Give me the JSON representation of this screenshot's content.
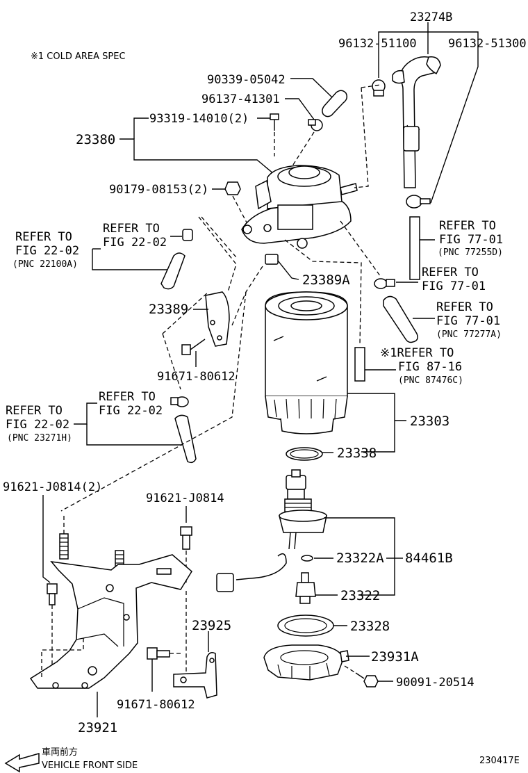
{
  "note_cold": "※1 COLD AREA SPEC",
  "figure_id": "230417E",
  "front_jp": "車両前方",
  "front_en": "VEHICLE FRONT SIDE",
  "parts": {
    "p23274B": "23274B",
    "p9613251100": "96132-51100",
    "p9613251300": "96132-51300",
    "p9033905042": "90339-05042",
    "p9613741301": "96137-41301",
    "p9331914010": "93319-14010(2)",
    "p23380": "23380",
    "p9017908153": "90179-08153(2)",
    "p23389A": "23389A",
    "p23389": "23389",
    "p9167180612a": "91671-80612",
    "p23303": "23303",
    "p23338": "23338",
    "p91621J0814x2": "91621-J0814(2)",
    "p91621J0814": "91621-J0814",
    "p23322A": "23322A",
    "p84461B": "84461B",
    "p23322": "23322",
    "p23328": "23328",
    "p23925": "23925",
    "p23931A": "23931A",
    "p9009120514": "90091-20514",
    "p9167180612b": "91671-80612",
    "p23921": "23921"
  },
  "refs": {
    "r1": {
      "line1": "REFER TO",
      "line2": "FIG 22-02",
      "pnc": "(PNC 22100A)"
    },
    "r2": {
      "line1": "REFER TO",
      "line2": "FIG 22-02"
    },
    "r3": {
      "line1": "REFER TO",
      "line2": "FIG 77-01",
      "pnc": "(PNC 77255D)"
    },
    "r4": {
      "line1": "REFER TO",
      "line2": "FIG 77-01"
    },
    "r5": {
      "line1": "REFER TO",
      "line2": "FIG 77-01",
      "pnc": "(PNC 77277A)"
    },
    "r6": {
      "line1": "※1REFER TO",
      "line2": "FIG 87-16",
      "pnc": "(PNC 87476C)"
    },
    "r7": {
      "line1": "REFER TO",
      "line2": "FIG 22-02"
    },
    "r8": {
      "line1": "REFER TO",
      "line2": "FIG 22-02",
      "pnc": "(PNC 23271H)"
    }
  }
}
